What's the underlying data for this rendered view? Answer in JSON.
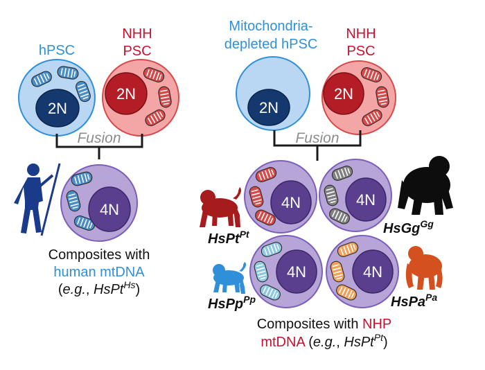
{
  "top_left": {
    "hpsc_label": "hPSC",
    "nhh_label_line1": "NHH",
    "nhh_label_line2": "PSC",
    "hpsc_nucleus": "2N",
    "nhh_nucleus": "2N",
    "fusion": "Fusion"
  },
  "top_right": {
    "depleted_label_line1": "Mitochondria-",
    "depleted_label_line2": "depleted hPSC",
    "nhh_label_line1": "NHH",
    "nhh_label_line2": "PSC",
    "depleted_nucleus": "2N",
    "nhh_nucleus": "2N",
    "fusion": "Fusion"
  },
  "left_composite": {
    "nucleus": "4N",
    "caption_line1": "Composites with",
    "caption_line2": "human mtDNA",
    "caption_line3_pre": "(",
    "caption_line3_eg": "e.g.",
    "caption_line3_mid": ", ",
    "caption_line3_name": "HsPt",
    "caption_line3_sup": "Hs",
    "caption_line3_post": ")"
  },
  "right_composites": {
    "nucleus_pt": "4N",
    "nucleus_gg": "4N",
    "nucleus_pp": "4N",
    "nucleus_pa": "4N",
    "label_pt": "HsPt",
    "label_pt_sup": "Pt",
    "label_gg": "HsGg",
    "label_gg_sup": "Gg",
    "label_pp": "HsPp",
    "label_pp_sup": "Pp",
    "label_pa": "HsPa",
    "label_pa_sup": "Pa",
    "caption_line1_a": "Composites with ",
    "caption_line1_b": "NHP",
    "caption_line2_a": "mtDNA",
    "caption_line2_b": " (",
    "caption_line2_eg": "e.g.",
    "caption_line2_mid": ", ",
    "caption_line2_name": "HsPt",
    "caption_line2_sup": "Pt",
    "caption_line2_post": ")"
  },
  "icons": [
    "human-silhouette-icon",
    "chimpanzee-icon",
    "gorilla-icon",
    "bonobo-icon",
    "orangutan-icon"
  ],
  "colors": {
    "human_blue": "#2f8fd8",
    "nhp_red": "#c8102e",
    "hpsc_cell": "#b9d6f2",
    "nhh_cell": "#f4a6a6",
    "composite_cell": "#b7a5d8",
    "nucleus_2n_blue": "#15386e",
    "nucleus_2n_red": "#b51d26",
    "nucleus_4n": "#5a3f8e",
    "mito_human": "#4a8ec9",
    "mito_pt": "#d84a4a",
    "mito_gg": "#808080",
    "mito_pp": "#8ec8e0",
    "mito_pa": "#f0a25a",
    "chimp": "#a61b1b",
    "gorilla": "#0d0d0d",
    "bonobo": "#2f8fd8",
    "orangutan": "#d4501f",
    "fusion_gray": "#8c8c8c"
  }
}
